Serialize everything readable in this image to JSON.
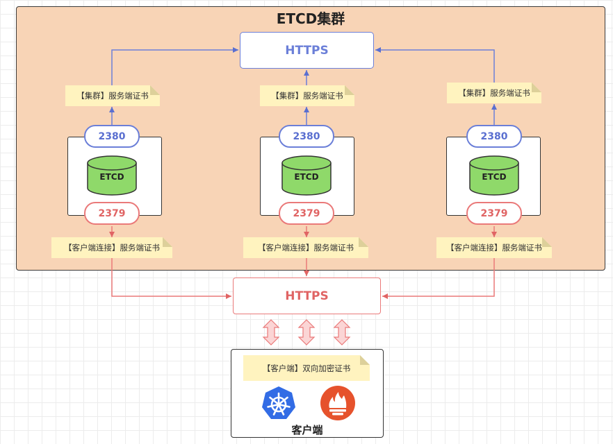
{
  "cluster": {
    "title": "ETCD集群"
  },
  "https_top": {
    "label": "HTTPS"
  },
  "https_bottom": {
    "label": "HTTPS"
  },
  "nodes": [
    {
      "peer_port": "2380",
      "client_port": "2379",
      "db_label": "ETCD",
      "peer_cert": "【集群】服务端证书",
      "client_cert": "【客户端连接】服务端证书"
    },
    {
      "peer_port": "2380",
      "client_port": "2379",
      "db_label": "ETCD",
      "peer_cert": "【集群】服务端证书",
      "client_cert": "【客户端连接】服务端证书"
    },
    {
      "peer_port": "2380",
      "client_port": "2379",
      "db_label": "ETCD",
      "peer_cert": "【集群】服务端证书",
      "client_cert": "【客户端连接】服务端证书"
    }
  ],
  "client": {
    "cert": "【客户端】双向加密证书",
    "label": "客户端",
    "icons": [
      "kubernetes-icon",
      "prometheus-icon"
    ]
  },
  "colors": {
    "cluster_bg": "#f8d4b6",
    "peer_blue": "#6b7fd8",
    "client_red": "#ea7979",
    "etcd_green": "#8fd96a",
    "note_yellow": "#fff3bf",
    "kubernetes_blue": "#326ce5",
    "prometheus_orange": "#e6522c"
  }
}
